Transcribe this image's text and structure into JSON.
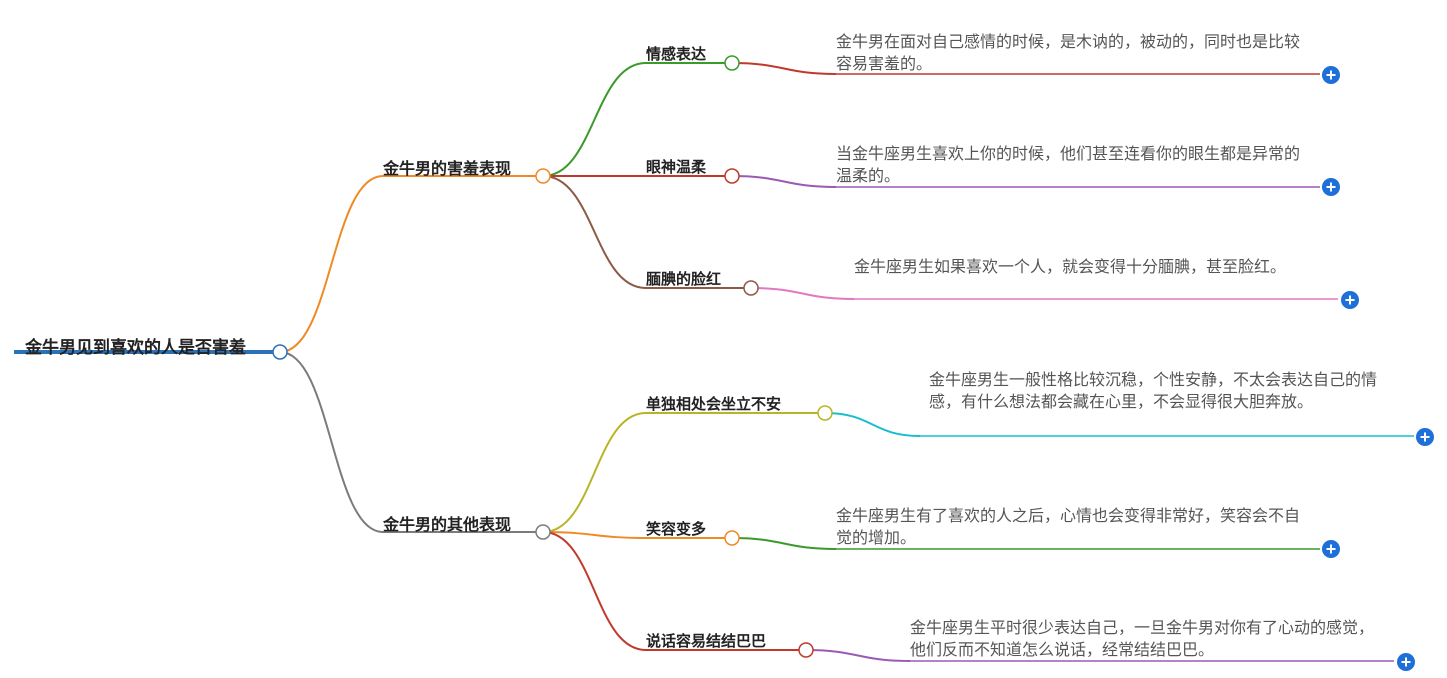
{
  "colors": {
    "root": "#2a72b8",
    "orange": "#f08a24",
    "gray": "#7b7b7b",
    "green": "#3a9a2a",
    "red": "#c0392b",
    "brown": "#8a5a44",
    "olive": "#b7b526",
    "purple": "#9b59b6",
    "pink": "#e377c2",
    "cyan": "#17becf",
    "plus": "#1e6fd9"
  },
  "root": {
    "label": "金牛男见到喜欢的人是否害羞"
  },
  "branches": [
    {
      "label": "金牛男的害羞表现",
      "children": [
        {
          "label": "情感表达",
          "detail": "金牛男在面对自己感情的时候，是木讷的，被动的，同时也是比较容易害羞的。"
        },
        {
          "label": "眼神温柔",
          "detail": "当金牛座男生喜欢上你的时候，他们甚至连看你的眼生都是异常的温柔的。"
        },
        {
          "label": "腼腆的脸红",
          "detail": "金牛座男生如果喜欢一个人，就会变得十分腼腆，甚至脸红。"
        }
      ]
    },
    {
      "label": "金牛男的其他表现",
      "children": [
        {
          "label": "单独相处会坐立不安",
          "detail": "金牛座男生一般性格比较沉稳，个性安静，不太会表达自己的情感，有什么想法都会藏在心里，不会显得很大胆奔放。"
        },
        {
          "label": "笑容变多",
          "detail": "金牛座男生有了喜欢的人之后，心情也会变得非常好，笑容会不自觉的增加。"
        },
        {
          "label": "说话容易结结巴巴",
          "detail": "金牛座男生平时很少表达自己，一旦金牛男对你有了心动的感觉，他们反而不知道怎么说话，经常结结巴巴。"
        }
      ]
    }
  ],
  "expand_icon": "plus-icon"
}
